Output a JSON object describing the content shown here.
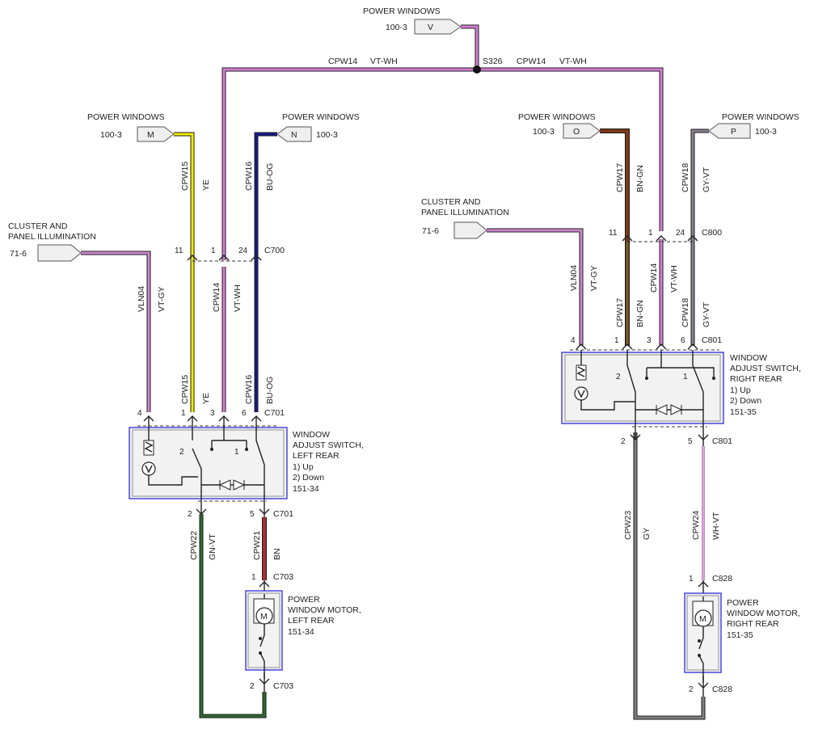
{
  "splice": {
    "id": "S326"
  },
  "references": {
    "pw_v": {
      "title": "POWER WINDOWS",
      "page": "100-3",
      "pin": "V"
    },
    "pw_m": {
      "title": "POWER WINDOWS",
      "page": "100-3",
      "pin": "M"
    },
    "pw_n": {
      "title": "POWER WINDOWS",
      "page": "100-3",
      "pin": "N"
    },
    "pw_o": {
      "title": "POWER WINDOWS",
      "page": "100-3",
      "pin": "O"
    },
    "pw_p": {
      "title": "POWER WINDOWS",
      "page": "100-3",
      "pin": "P"
    },
    "cpi_left": {
      "title1": "CLUSTER AND",
      "title2": "PANEL ILLUMINATION",
      "page": "71-6"
    },
    "cpi_right": {
      "title1": "CLUSTER AND",
      "title2": "PANEL ILLUMINATION",
      "page": "71-6"
    }
  },
  "wires": {
    "cpw14_top_left": {
      "circuit": "CPW14",
      "color": "VT-WH"
    },
    "cpw14_top_right": {
      "circuit": "CPW14",
      "color": "VT-WH"
    },
    "l_cpw15_up": {
      "circuit": "CPW15",
      "color": "YE"
    },
    "l_cpw16_up": {
      "circuit": "CPW16",
      "color": "BU-OG"
    },
    "l_vln04": {
      "circuit": "VLN04",
      "color": "VT-GY"
    },
    "l_cpw14": {
      "circuit": "CPW14",
      "color": "VT-WH"
    },
    "l_cpw15_dn": {
      "circuit": "CPW15",
      "color": "YE"
    },
    "l_cpw16_dn": {
      "circuit": "CPW16",
      "color": "BU-OG"
    },
    "l_cpw22": {
      "circuit": "CPW22",
      "color": "GN-VT"
    },
    "l_cpw21": {
      "circuit": "CPW21",
      "color": "BN"
    },
    "r_cpw17_up": {
      "circuit": "CPW17",
      "color": "BN-GN"
    },
    "r_cpw18_up": {
      "circuit": "CPW18",
      "color": "GY-VT"
    },
    "r_vln04": {
      "circuit": "VLN04",
      "color": "VT-GY"
    },
    "r_cpw17_dn": {
      "circuit": "CPW17",
      "color": "BN-GN"
    },
    "r_cpw14": {
      "circuit": "CPW14",
      "color": "VT-WH"
    },
    "r_cpw18_dn": {
      "circuit": "CPW18",
      "color": "GY-VT"
    },
    "r_cpw23": {
      "circuit": "CPW23",
      "color": "GY"
    },
    "r_cpw24": {
      "circuit": "CPW24",
      "color": "WH-VT"
    }
  },
  "connectors": {
    "c700": "C700",
    "c701": "C701",
    "c703": "C703",
    "c800": "C800",
    "c801": "C801",
    "c828": "C828"
  },
  "pins": {
    "c700": [
      "11",
      "1",
      "24"
    ],
    "c701_top": [
      "4",
      "1",
      "3",
      "6"
    ],
    "c701_bot": [
      "2",
      "5"
    ],
    "c703_top": "1",
    "c703_bot": "2",
    "c800": [
      "11",
      "1",
      "24"
    ],
    "c801_top": [
      "4",
      "1",
      "3",
      "6"
    ],
    "c801_bot": [
      "2",
      "5"
    ],
    "c828_top": "1",
    "c828_bot": "2",
    "switch_pos": [
      "2",
      "1"
    ]
  },
  "components": {
    "left_switch": {
      "l1": "WINDOW",
      "l2": "ADJUST SWITCH,",
      "l3": "LEFT REAR",
      "l4": "1) Up",
      "l5": "2) Down",
      "l6": "151-34"
    },
    "right_switch": {
      "l1": "WINDOW",
      "l2": "ADJUST SWITCH,",
      "l3": "RIGHT REAR",
      "l4": "1) Up",
      "l5": "2) Down",
      "l6": "151-35"
    },
    "left_motor": {
      "l1": "POWER",
      "l2": "WINDOW MOTOR,",
      "l3": "LEFT REAR",
      "l4": "151-34",
      "symbol": "M"
    },
    "right_motor": {
      "l1": "POWER",
      "l2": "WINDOW MOTOR,",
      "l3": "RIGHT REAR",
      "l4": "151-35",
      "symbol": "M"
    }
  },
  "colors": {
    "vt_wh": "#d77fd7",
    "vt_gy": "#cf86cf",
    "ye": "#f2ee00",
    "bu_og": "#1a1a8c",
    "bn_gn": "#7a3a1a",
    "gy_vt": "#8a8090",
    "gn_vt": "#2f6a2f",
    "bn": "#a63030",
    "gy": "#808080",
    "wh_vt": "#e59ae5",
    "frame": "#2b2bd6"
  }
}
